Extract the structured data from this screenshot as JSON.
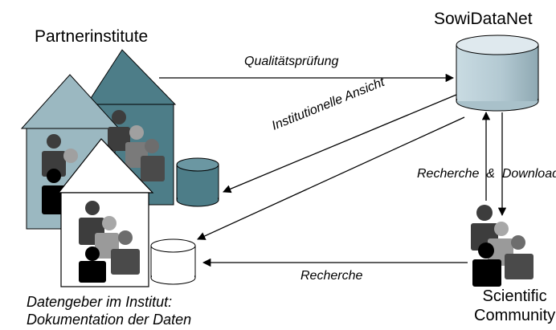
{
  "titles": {
    "partner": "Partnerinstitute",
    "sowidatanet": "SowiDataNet",
    "scientific_1": "Scientific",
    "scientific_2": "Community"
  },
  "labels": {
    "qualitaet": "Qualitätsprüfung",
    "institutionelle": "Institutionelle Ansicht",
    "recherche_download": "Recherche  &  Download",
    "recherche": "Recherche"
  },
  "caption": {
    "line1": "Datengeber im Institut:",
    "line2": "Dokumentation der Daten"
  },
  "colors": {
    "house_back": "#4d7d88",
    "house_mid": "#9bb8c1",
    "house_front": "#ffffff",
    "db_main_top": "#dfe9ee",
    "db_main_body": "#b7ccd4",
    "db_partner": "#4d7d88",
    "db_white": "#ffffff",
    "arrow": "#000000"
  },
  "icons": [
    "house-icon",
    "database-icon",
    "people-icon",
    "arrow-icon"
  ]
}
